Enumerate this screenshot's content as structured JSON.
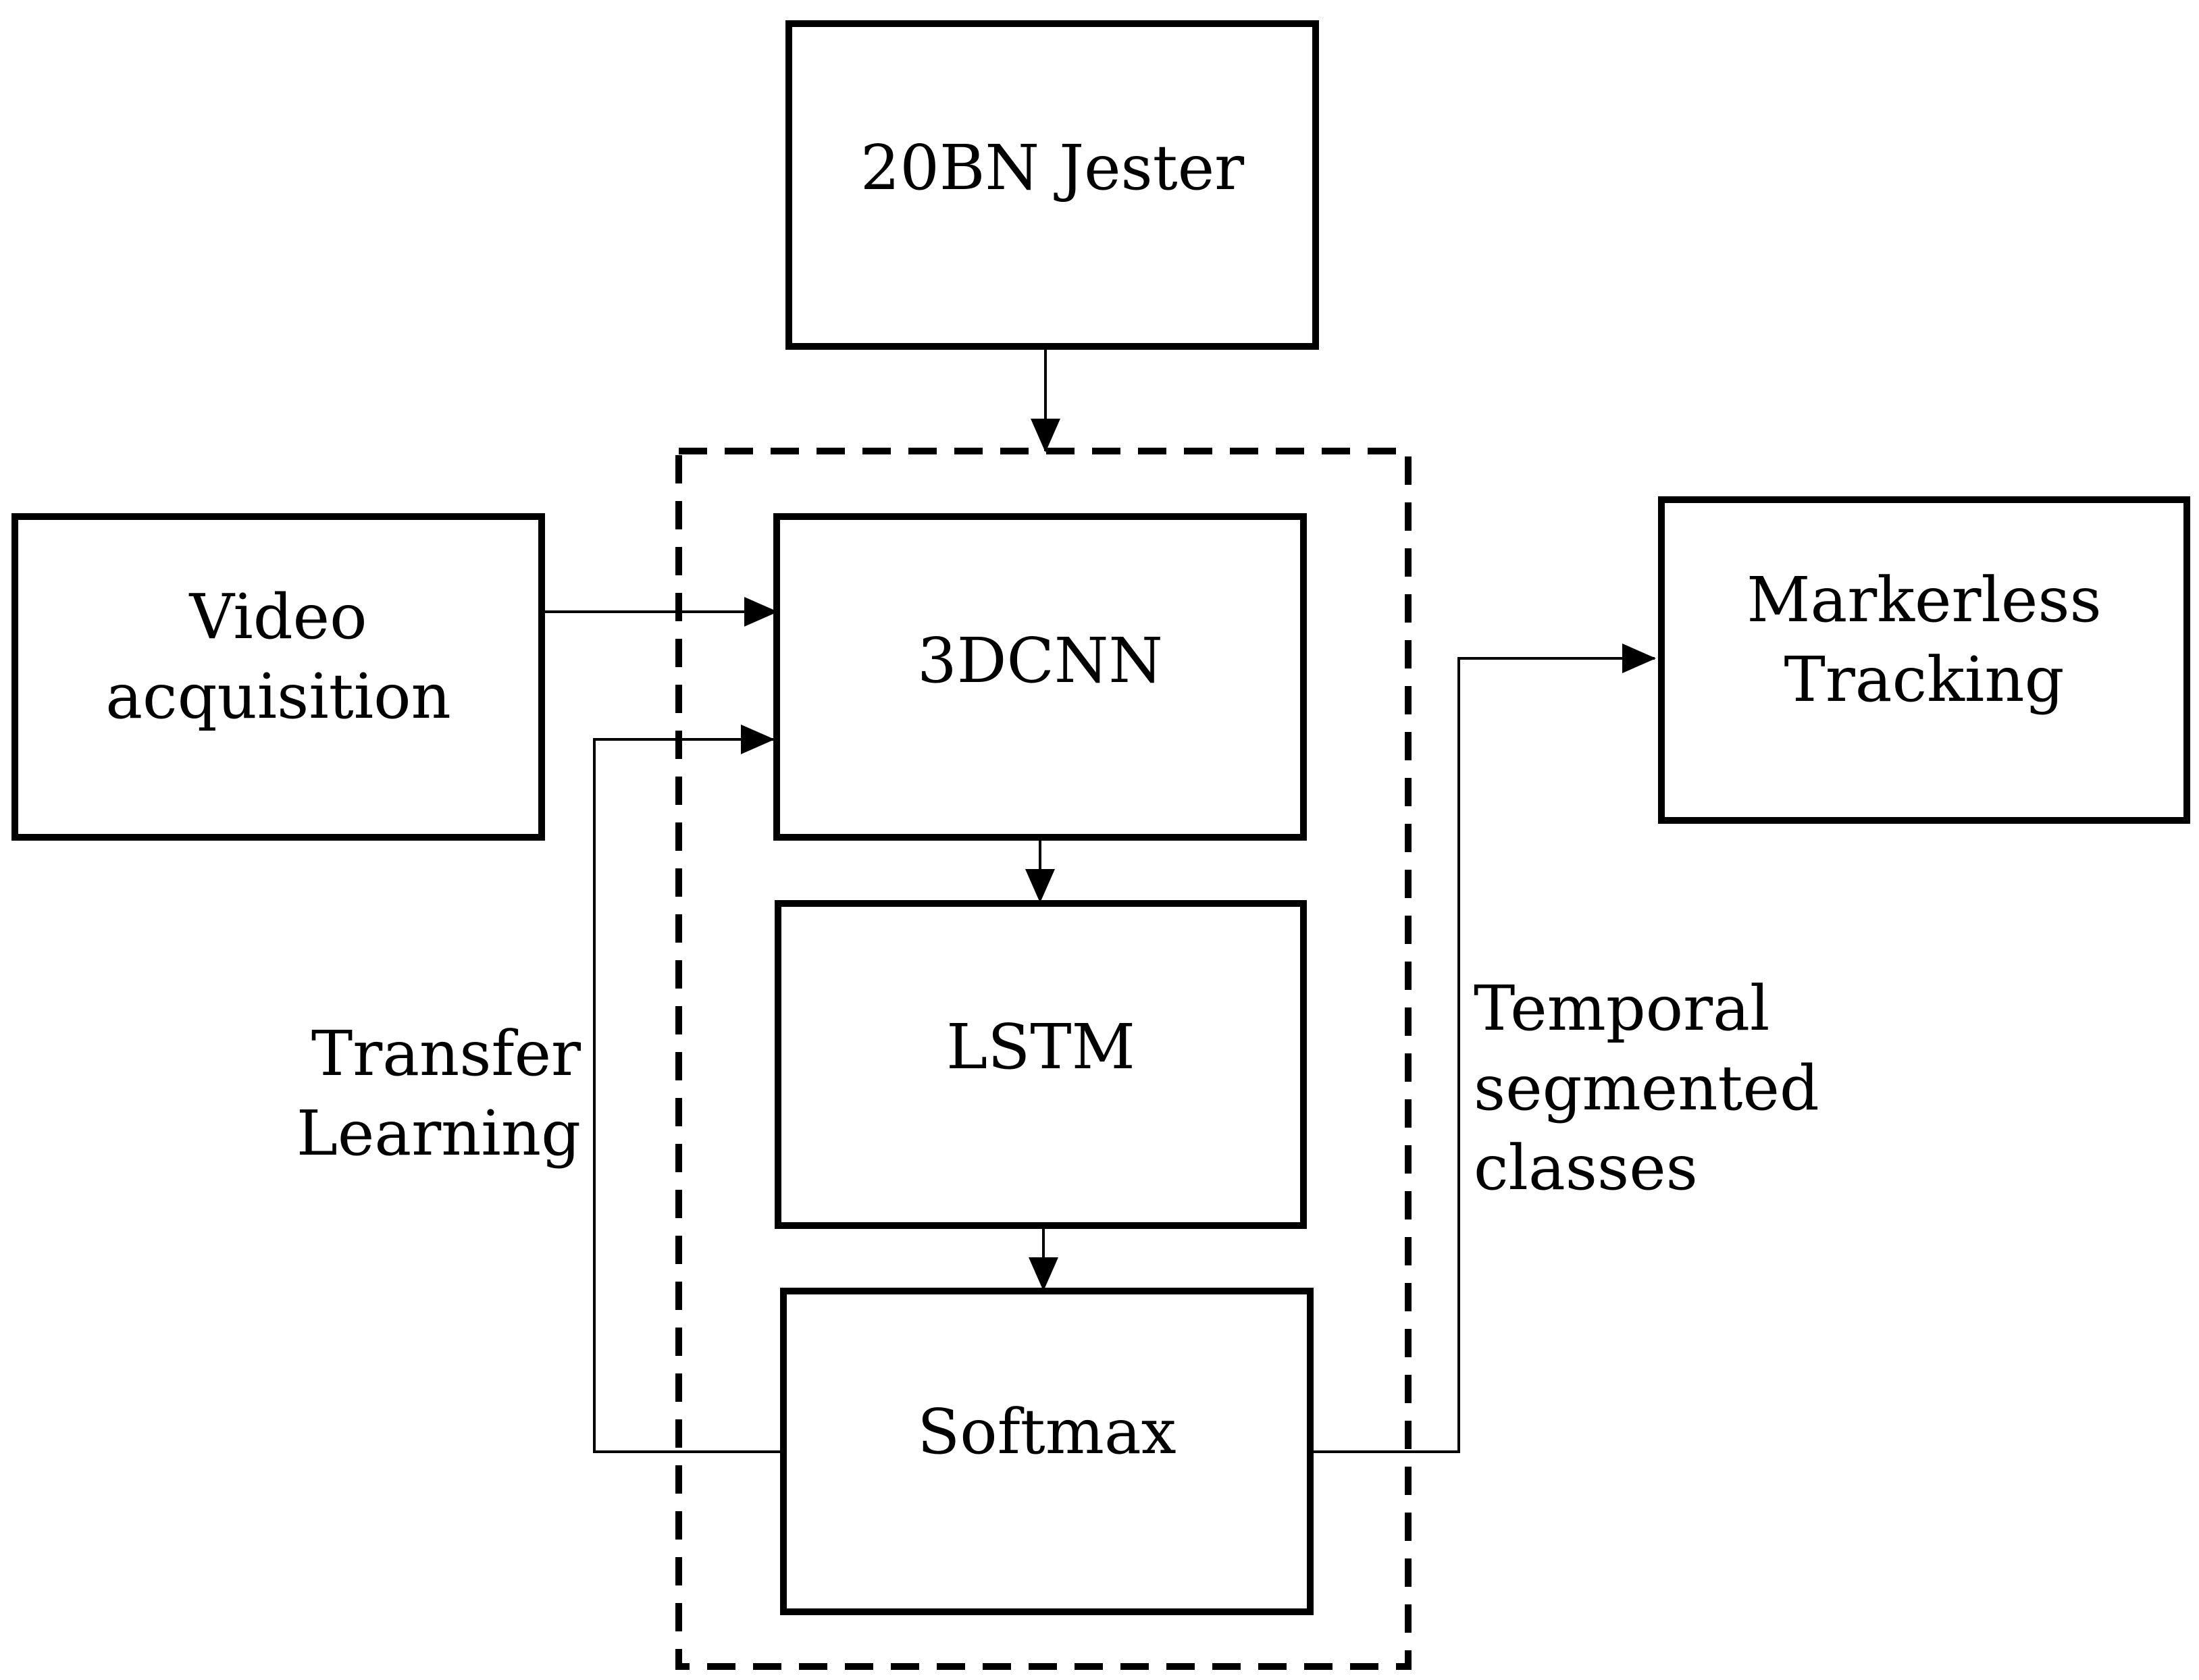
{
  "nodes": {
    "jester": {
      "lines": [
        "20BN Jester"
      ]
    },
    "video": {
      "lines": [
        "Video",
        "acquisition"
      ]
    },
    "cnn": {
      "lines": [
        "3DCNN"
      ]
    },
    "lstm": {
      "lines": [
        "LSTM"
      ]
    },
    "softmax": {
      "lines": [
        "Softmax"
      ]
    },
    "tracking": {
      "lines": [
        "Markerless",
        "Tracking"
      ]
    }
  },
  "edge_labels": {
    "transfer": {
      "lines": [
        "Transfer",
        "Learning"
      ]
    },
    "temporal": {
      "lines": [
        "Temporal",
        "segmented",
        "classes"
      ]
    }
  }
}
